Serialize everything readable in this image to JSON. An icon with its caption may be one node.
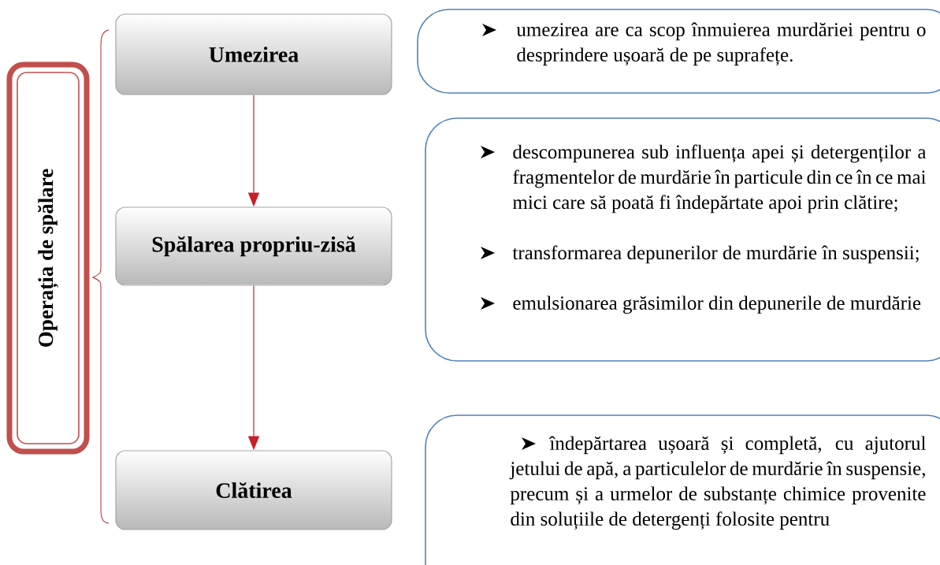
{
  "diagram": {
    "nodes": [
      {
        "text": [
          "Operația de spălare"
        ]
      },
      {
        "text": [
          "Umezirea"
        ]
      },
      {
        "text": [
          "umezirea are ca scop înmuierea murdăriei pentru o desprindere ușoară de pe suprafețe."
        ]
      },
      {
        "text": [
          "Spălarea propriu-zisă"
        ]
      },
      {
        "text": [
          "descompunerea sub influența apei și detergenților a fragmentelor de murdărie în particule din ce în ce mai mici care să poată fi îndepărtate apoi prin clătire;",
          "transformarea depunerilor de murdărie în suspensii;",
          "emulsionarea grăsimilor din depunerile de murdărie"
        ]
      },
      {
        "text": [
          "Clătirea"
        ]
      },
      {
        "text": [
          "îndepărtarea ușoară și completă, cu ajutorul jetului de apă, a particulelor de murdărie în suspensie, precum și a urmelor de substanțe chimice provenite din soluțiile de detergenți folosite pentru"
        ]
      }
    ],
    "edges": [
      {
        "from": 1,
        "to": 3,
        "arrow": "to"
      },
      {
        "from": 3,
        "to": 5,
        "arrow": "to"
      }
    ]
  }
}
